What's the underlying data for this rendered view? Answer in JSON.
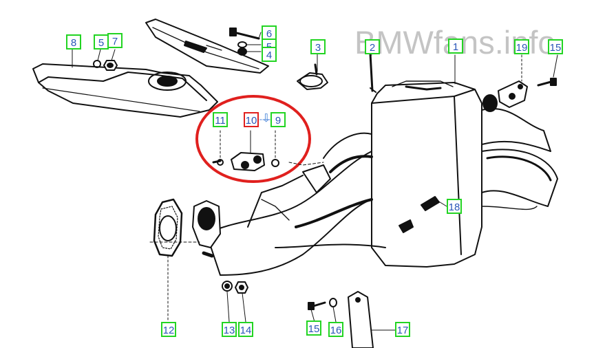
{
  "watermark": {
    "text": "BMWfans.info"
  },
  "callouts": {
    "c1": "1",
    "c2": "2",
    "c3": "3",
    "c4": "4",
    "c5a": "5",
    "c5b": "5",
    "c6": "6",
    "c7": "7",
    "c8": "8",
    "c9": "9",
    "c10": "10",
    "c11": "11",
    "c12": "12",
    "c13": "13",
    "c14": "14",
    "c15a": "15",
    "c15b": "15",
    "c16": "16",
    "c17": "17",
    "c18": "18",
    "c19": "19"
  },
  "colors": {
    "callout_border": "#22d422",
    "callout_text": "#2a56b8",
    "highlight": "#e0201e",
    "arrow": "#3a7bd5"
  },
  "icons": {
    "selected_arrow": "down-arrow-icon"
  }
}
